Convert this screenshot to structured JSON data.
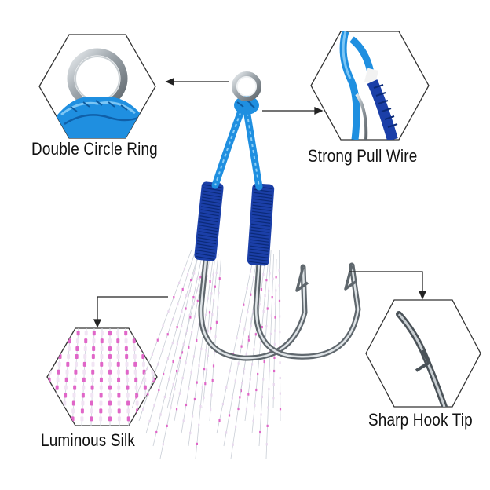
{
  "callouts": {
    "ring": {
      "label": "Double Circle Ring"
    },
    "wire": {
      "label": "Strong Pull Wire"
    },
    "silk": {
      "label": "Luminous Silk"
    },
    "tip": {
      "label": "Sharp Hook Tip"
    }
  },
  "colors": {
    "cord_blue": "#1f8fe0",
    "wrap_navy": "#1b3fa8",
    "steel": "#9aa2a8",
    "silk_pink": "#e066c8",
    "outline": "#222222"
  },
  "icons": {
    "ring": "double-circle-ring-icon",
    "wire": "pull-wire-icon",
    "silk": "luminous-silk-icon",
    "tip": "hook-tip-icon"
  }
}
